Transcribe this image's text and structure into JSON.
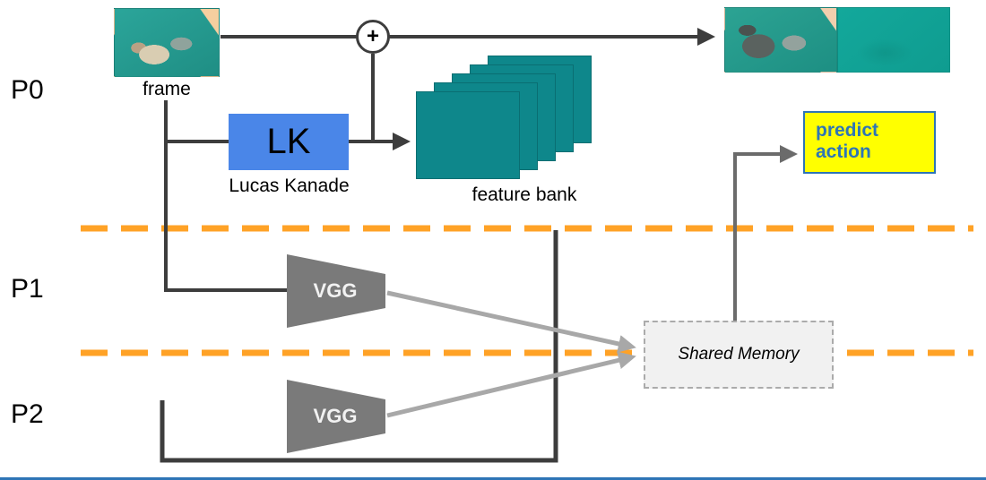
{
  "labels": {
    "p0": "P0",
    "p1": "P1",
    "p2": "P2",
    "frame": "frame",
    "plus": "+",
    "lk": "LK",
    "lucas_kanade": "Lucas Kanade",
    "feature_bank": "feature bank",
    "vgg_top": "VGG",
    "vgg_bottom": "VGG",
    "shared_memory": "Shared Memory",
    "predict_action": "predict action"
  },
  "colors": {
    "lk_box": "#4a86e8",
    "feature_teal": "#0e878b",
    "vgg_gray": "#7a7a7a",
    "predict_bg": "#ffff00",
    "predict_border": "#2e75b6",
    "predict_text": "#2e75b6",
    "shared_bg": "#f1f1f1",
    "shared_border": "#ababab",
    "orange_dash": "#ffa226",
    "dark_line": "#3d3d3d",
    "gray_line": "#6b6b6b",
    "light_arrow": "#a8a8a8",
    "bottom_line": "#2e75b6",
    "frame_teal": "#2ba59a"
  }
}
